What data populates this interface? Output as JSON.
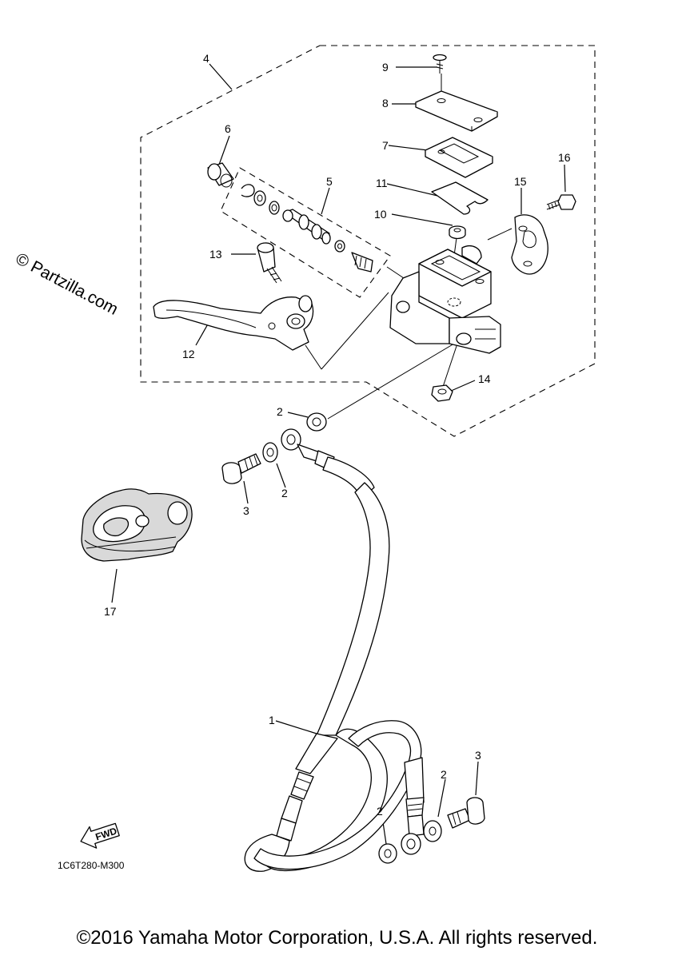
{
  "watermark": "© Partzilla.com",
  "diagram_code": "1C6T280-M300",
  "fwd_label": "FWD",
  "copyright": "©2016 Yamaha Motor Corporation, U.S.A. All rights reserved.",
  "callouts": {
    "c1": "1",
    "c2a": "2",
    "c2b": "2",
    "c2c": "2",
    "c2d": "2",
    "c3a": "3",
    "c3b": "3",
    "c4": "4",
    "c5": "5",
    "c6": "6",
    "c7": "7",
    "c8": "8",
    "c9": "9",
    "c10": "10",
    "c11": "11",
    "c12": "12",
    "c13": "13",
    "c14": "14",
    "c15": "15",
    "c16": "16",
    "c17": "17"
  }
}
